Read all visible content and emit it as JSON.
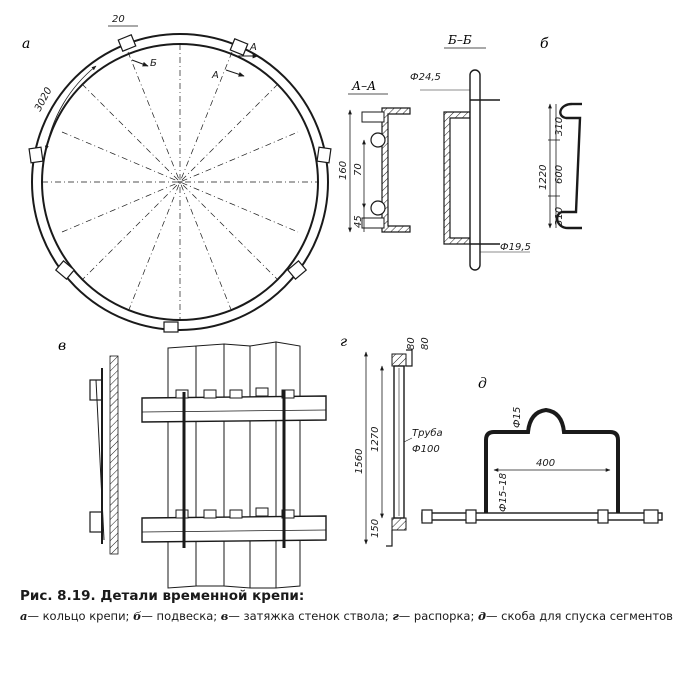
{
  "figure": {
    "panel_labels": {
      "a": "а",
      "b": "б",
      "v": "в",
      "g": "г",
      "d": "д"
    },
    "section_labels": {
      "aa": "А–А",
      "bb": "Б–Б",
      "a_letter": "А",
      "b_letter": "Б"
    },
    "ring_dimensions": {
      "arc": "3020",
      "gap": "20"
    },
    "section_aa_dimensions": {
      "total": "160",
      "upper": "70",
      "lower": "45"
    },
    "section_bb_dimensions": {
      "top_dia": "Ф24,5",
      "bottom_dia": "Ф19,5"
    },
    "hanger_dimensions": {
      "total": "1220",
      "upper": "310",
      "middle": "600",
      "lower": "310"
    },
    "strut_dimensions": {
      "total": "1560",
      "inner": "1270",
      "top_a": "80",
      "top_b": "80",
      "bottom": "150",
      "pipe_label": "Труба",
      "pipe_dia": "Ф100"
    },
    "bracket_dimensions": {
      "top_dia": "Ф15",
      "width": "400",
      "rod_dia": "Ф15–18"
    }
  },
  "caption": {
    "title": "Рис. 8.19. Детали временной крепи:",
    "items": [
      {
        "letter": "а",
        "text": "— кольцо крепи; "
      },
      {
        "letter": "б",
        "text": "— подвеска; "
      },
      {
        "letter": "в",
        "text": "— затяжка стенок ствола; "
      },
      {
        "letter": "г",
        "text": "— распорка; "
      },
      {
        "letter": "д",
        "text": "— скоба для спуска сегментов"
      }
    ]
  }
}
